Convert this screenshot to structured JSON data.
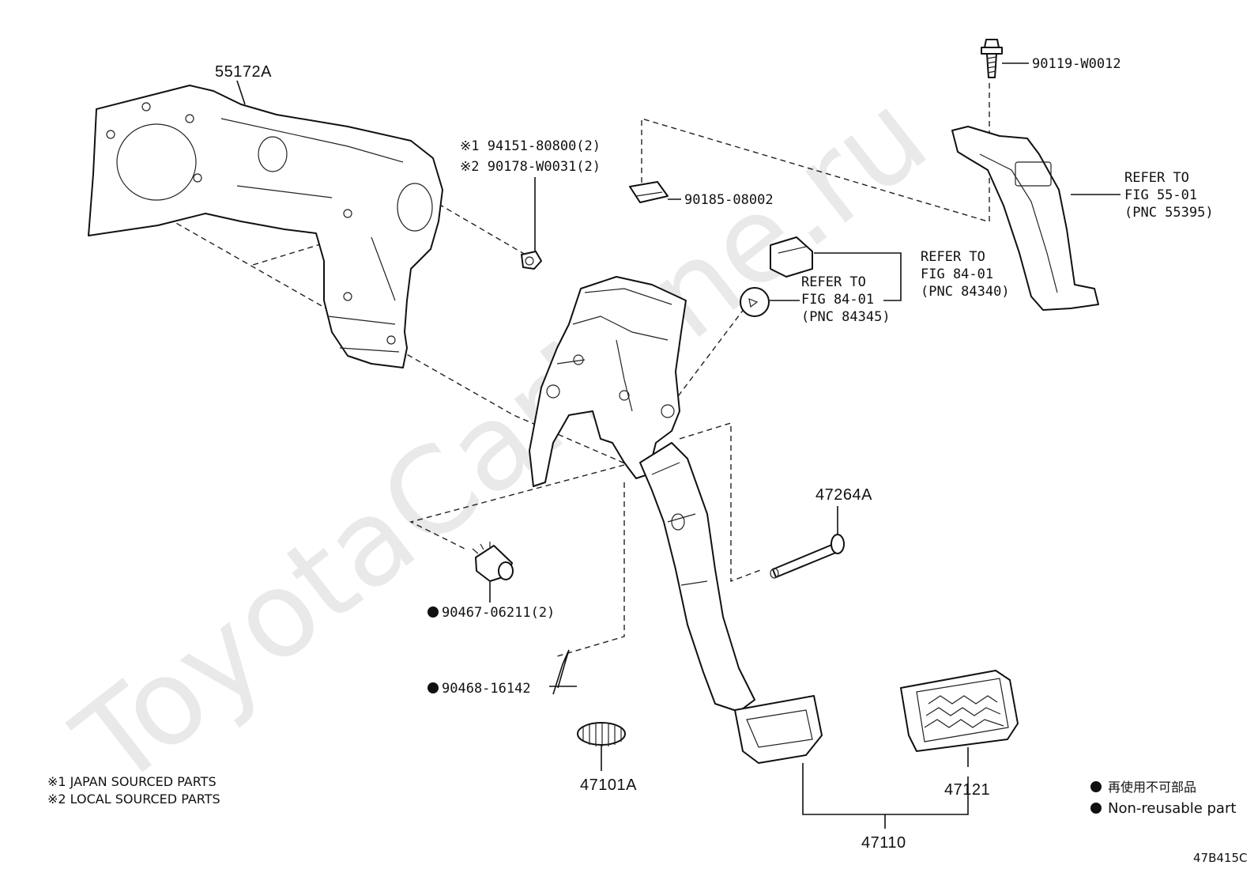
{
  "watermark": "ToyotaCarMine.ru",
  "figure_code": "47B415C",
  "labels": {
    "p55172a": "55172A",
    "p94151": "※1 94151-80800(2)",
    "p90178": "※2 90178-W0031(2)",
    "p90185": "90185-08002",
    "p90119": "90119-W0012",
    "p47264a": "47264A",
    "p90467": "90467-06211(2)",
    "p90468": "90468-16142",
    "p47101a": "47101A",
    "p47121": "47121",
    "p47110": "47110"
  },
  "refer_55": {
    "l1": "REFER TO",
    "l2": "FIG 55-01",
    "l3": "(PNC 55395)"
  },
  "refer_84340": {
    "l1": "REFER TO",
    "l2": "FIG 84-01",
    "l3": "(PNC 84340)"
  },
  "refer_84345": {
    "l1": "REFER TO",
    "l2": "FIG 84-01",
    "l3": "(PNC 84345)"
  },
  "notes": {
    "japan": "※1 JAPAN SOURCED PARTS",
    "local": "※2 LOCAL SOURCED PARTS"
  },
  "legend": {
    "jp": "再使用不可部品",
    "en": "Non-reusable part"
  }
}
